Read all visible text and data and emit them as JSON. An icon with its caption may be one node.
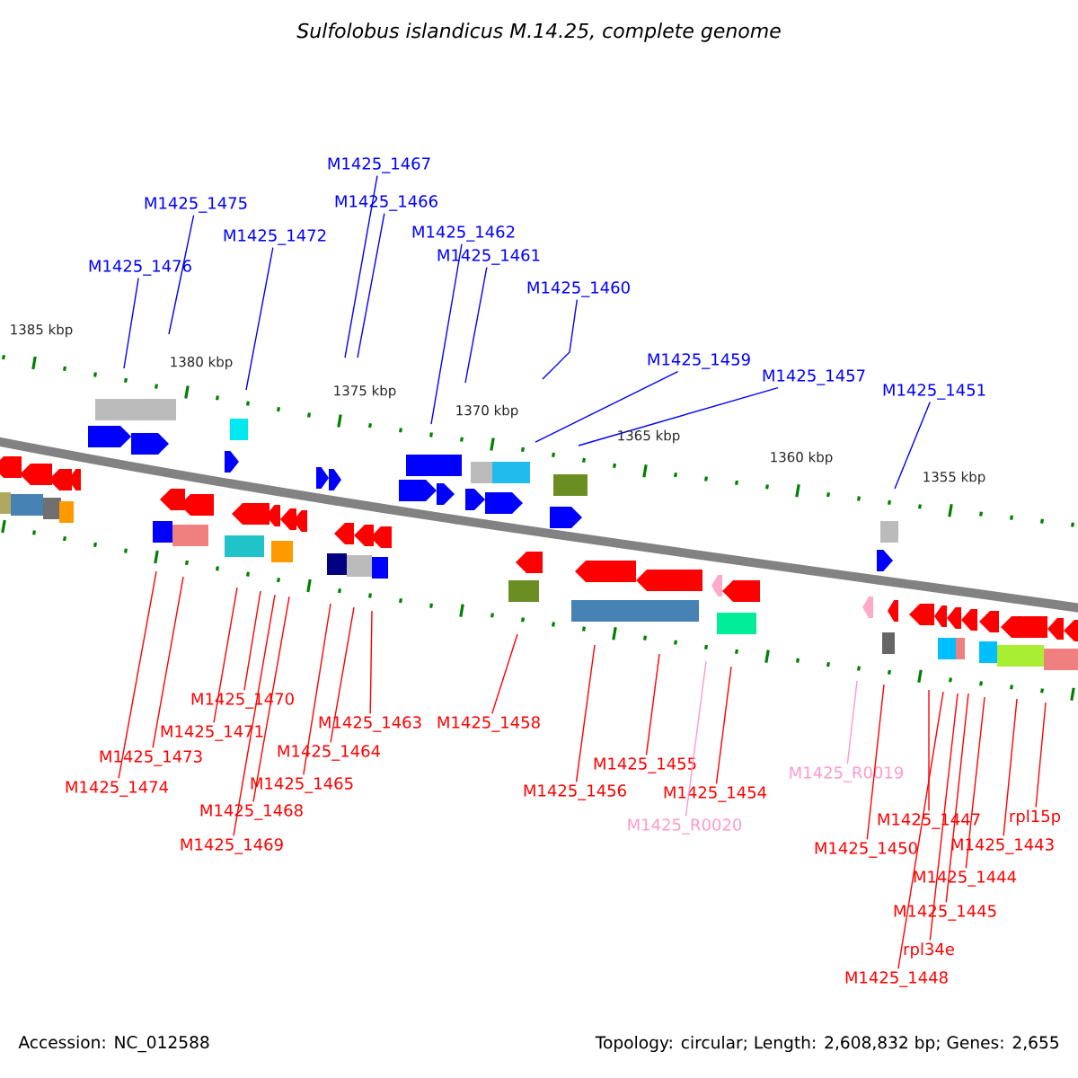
{
  "diagram": {
    "title": "Sulfolobus islandicus M.14.25, complete genome",
    "nodes": [
      {
        "text": [
          "M1425_1476"
        ]
      },
      {
        "text": [
          "M1425_1475"
        ]
      },
      {
        "text": [
          "M1425_1472"
        ]
      },
      {
        "text": [
          "M1425_1467"
        ]
      },
      {
        "text": [
          "M1425_1466"
        ]
      },
      {
        "text": [
          "M1425_1462"
        ]
      },
      {
        "text": [
          "M1425_1461"
        ]
      },
      {
        "text": [
          "M1425_1460"
        ]
      },
      {
        "text": [
          "M1425_1459"
        ]
      },
      {
        "text": [
          "M1425_1457"
        ]
      },
      {
        "text": [
          "M1425_1451"
        ]
      },
      {
        "text": [
          "M1425_1474"
        ]
      },
      {
        "text": [
          "M1425_1473"
        ]
      },
      {
        "text": [
          "M1425_1471"
        ]
      },
      {
        "text": [
          "M1425_1470"
        ]
      },
      {
        "text": [
          "M1425_1469"
        ]
      },
      {
        "text": [
          "M1425_1468"
        ]
      },
      {
        "text": [
          "M1425_1465"
        ]
      },
      {
        "text": [
          "M1425_1464"
        ]
      },
      {
        "text": [
          "M1425_1463"
        ]
      },
      {
        "text": [
          "M1425_1458"
        ]
      },
      {
        "text": [
          "M1425_1456"
        ]
      },
      {
        "text": [
          "M1425_1455"
        ]
      },
      {
        "text": [
          "M1425_R0020"
        ]
      },
      {
        "text": [
          "M1425_1454"
        ]
      },
      {
        "text": [
          "M1425_R0019"
        ]
      },
      {
        "text": [
          "M1425_1450"
        ]
      },
      {
        "text": [
          "M1425_1447"
        ]
      },
      {
        "text": [
          "M1425_1448"
        ]
      },
      {
        "text": [
          "rpl34e"
        ]
      },
      {
        "text": [
          "M1425_1445"
        ]
      },
      {
        "text": [
          "M1425_1444"
        ]
      },
      {
        "text": [
          "M1425_1443"
        ]
      },
      {
        "text": [
          "rpl15p"
        ]
      }
    ],
    "edges": [
      {
        "from": 0,
        "to": null,
        "arrow": "none",
        "color": "#0000ff"
      },
      {
        "from": 1,
        "to": null,
        "arrow": "none",
        "color": "#0000ff"
      },
      {
        "from": 2,
        "to": null,
        "arrow": "none",
        "color": "#0000ff"
      },
      {
        "from": 3,
        "to": null,
        "arrow": "none",
        "color": "#0000ff"
      },
      {
        "from": 4,
        "to": null,
        "arrow": "none",
        "color": "#0000ff"
      },
      {
        "from": 5,
        "to": null,
        "arrow": "none",
        "color": "#0000ff"
      },
      {
        "from": 6,
        "to": null,
        "arrow": "none",
        "color": "#0000ff"
      },
      {
        "from": 7,
        "to": null,
        "arrow": "none",
        "color": "#0000ff"
      },
      {
        "from": 8,
        "to": null,
        "arrow": "none",
        "color": "#0000ff"
      },
      {
        "from": 9,
        "to": null,
        "arrow": "none",
        "color": "#0000ff"
      },
      {
        "from": 10,
        "to": null,
        "arrow": "none",
        "color": "#0000ff"
      },
      {
        "from": 11,
        "to": null,
        "arrow": "none"
      },
      {
        "from": 12,
        "to": null,
        "arrow": "none"
      },
      {
        "from": 13,
        "to": null,
        "arrow": "none"
      },
      {
        "from": 14,
        "to": null,
        "arrow": "none"
      },
      {
        "from": 15,
        "to": null,
        "arrow": "none"
      },
      {
        "from": 16,
        "to": null,
        "arrow": "none"
      },
      {
        "from": 17,
        "to": null,
        "arrow": "none"
      },
      {
        "from": 18,
        "to": null,
        "arrow": "none"
      },
      {
        "from": 19,
        "to": null,
        "arrow": "none"
      },
      {
        "from": 20,
        "to": null,
        "arrow": "none"
      },
      {
        "from": 21,
        "to": null,
        "arrow": "none"
      },
      {
        "from": 22,
        "to": null,
        "arrow": "none"
      },
      {
        "from": 23,
        "to": null,
        "arrow": "none",
        "color": "#ff99cc"
      },
      {
        "from": 24,
        "to": null,
        "arrow": "none"
      },
      {
        "from": 25,
        "to": null,
        "arrow": "none",
        "color": "#ff99cc"
      },
      {
        "from": 26,
        "to": null,
        "arrow": "none"
      },
      {
        "from": 27,
        "to": null,
        "arrow": "none"
      },
      {
        "from": 28,
        "to": null,
        "arrow": "none"
      },
      {
        "from": 29,
        "to": null,
        "arrow": "none"
      },
      {
        "from": 30,
        "to": null,
        "arrow": "none"
      },
      {
        "from": 31,
        "to": null,
        "arrow": "none"
      },
      {
        "from": 32,
        "to": null,
        "arrow": "none"
      },
      {
        "from": 33,
        "to": null,
        "arrow": "none"
      }
    ],
    "labels": [
      "1385 kbp",
      "1380 kbp",
      "1375 kbp",
      "1370 kbp",
      "1365 kbp",
      "1360 kbp",
      "1355 kbp",
      "Accession: NC_012588",
      "Topology: circular; Length: 2,608,832 bp; Genes: 2,655"
    ]
  }
}
